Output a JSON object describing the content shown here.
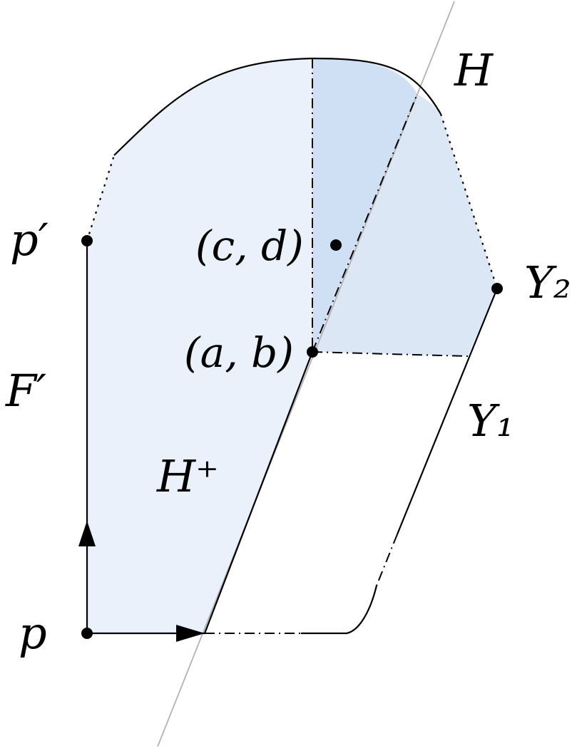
{
  "labels": {
    "p": "p",
    "p_prime": "p′",
    "F_prime": "F′",
    "H": "H",
    "H_plus": "H⁺",
    "Y1": "Y₁",
    "Y2": "Y₂",
    "ab": "(a, b)",
    "cd": "(c, d)"
  },
  "colors": {
    "region_light": "#eaf1fa",
    "region_mid": "#dce7f6",
    "region_dark": "#d0e0f4",
    "stroke": "#000000",
    "line_H": "#b3b3b3"
  }
}
